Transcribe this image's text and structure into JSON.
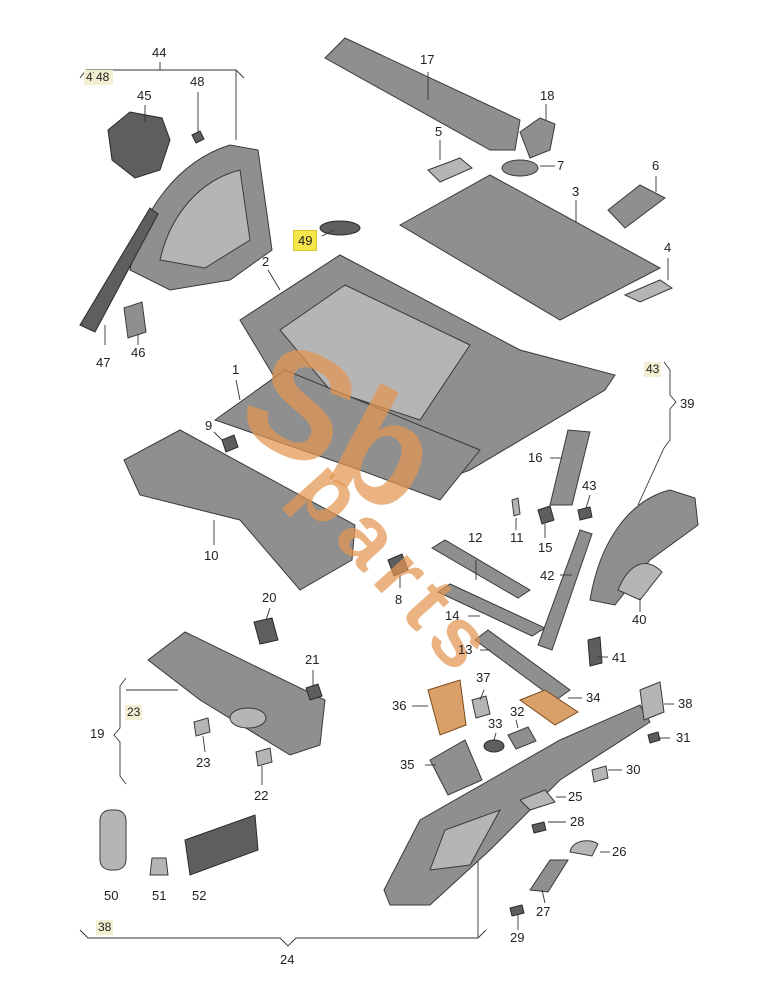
{
  "labels": {
    "l1": "1",
    "l2": "2",
    "l3": "3",
    "l4": "4",
    "l5": "5",
    "l6": "6",
    "l7": "7",
    "l8": "8",
    "l9": "9",
    "l10": "10",
    "l11": "11",
    "l12": "12",
    "l13": "13",
    "l14": "14",
    "l15": "15",
    "l16": "16",
    "l17": "17",
    "l18": "18",
    "l19": "19",
    "l20": "20",
    "l21": "21",
    "l22": "22",
    "l23": "23",
    "l24": "24",
    "l25": "25",
    "l26": "26",
    "l27": "27",
    "l28": "28",
    "l29": "29",
    "l30": "30",
    "l31": "31",
    "l32": "32",
    "l33": "33",
    "l34": "34",
    "l35": "35",
    "l36": "36",
    "l37": "37",
    "l38": "38",
    "l39": "39",
    "l40": "40",
    "l41": "41",
    "l42": "42",
    "l43": "43",
    "l44": "44",
    "l45": "45",
    "l46": "46",
    "l47": "47",
    "l48": "48",
    "l49": "49",
    "l50": "50",
    "l51": "51",
    "l52": "52"
  },
  "groups": {
    "g44": [
      "43",
      "46",
      "45",
      "47",
      "48"
    ],
    "g39": [
      "40",
      "41",
      "42",
      "43"
    ],
    "g19": [
      "20",
      "21",
      "22",
      "23"
    ],
    "g24": [
      "25",
      "26",
      "27",
      "28",
      "29",
      "30",
      "31",
      "32",
      "33",
      "34",
      "35",
      "36",
      "37",
      "38"
    ]
  },
  "watermark": {
    "line1": "Sb",
    "line2": "parts",
    "color": "#e29650"
  },
  "colors": {
    "highlight": "#f7e64a",
    "tag_bg": "#f3efd2",
    "part": "#8f8f8f"
  }
}
